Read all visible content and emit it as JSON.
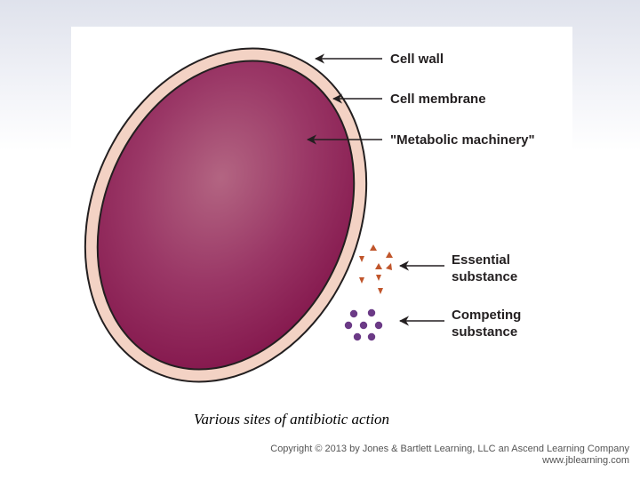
{
  "labels": {
    "cell_wall": "Cell wall",
    "cell_membrane": "Cell membrane",
    "metabolic": "\"Metabolic machinery\"",
    "essential_1": "Essential",
    "essential_2": "substance",
    "competing_1": "Competing",
    "competing_2": "substance"
  },
  "caption": "Various sites of antibiotic action",
  "copyright": {
    "line1": "Copyright © 2013 by Jones & Bartlett Learning, LLC an Ascend Learning Company",
    "line2": "www.jblearning.com"
  },
  "colors": {
    "cell_wall": "#f3d2c4",
    "cell_outline": "#231f20",
    "cytoplasm_center": "#b0607f",
    "cytoplasm_edge": "#8a1e52",
    "essential_substance": "#c0552b",
    "competing_substance": "#6b3a86",
    "arrow": "#231f20"
  }
}
